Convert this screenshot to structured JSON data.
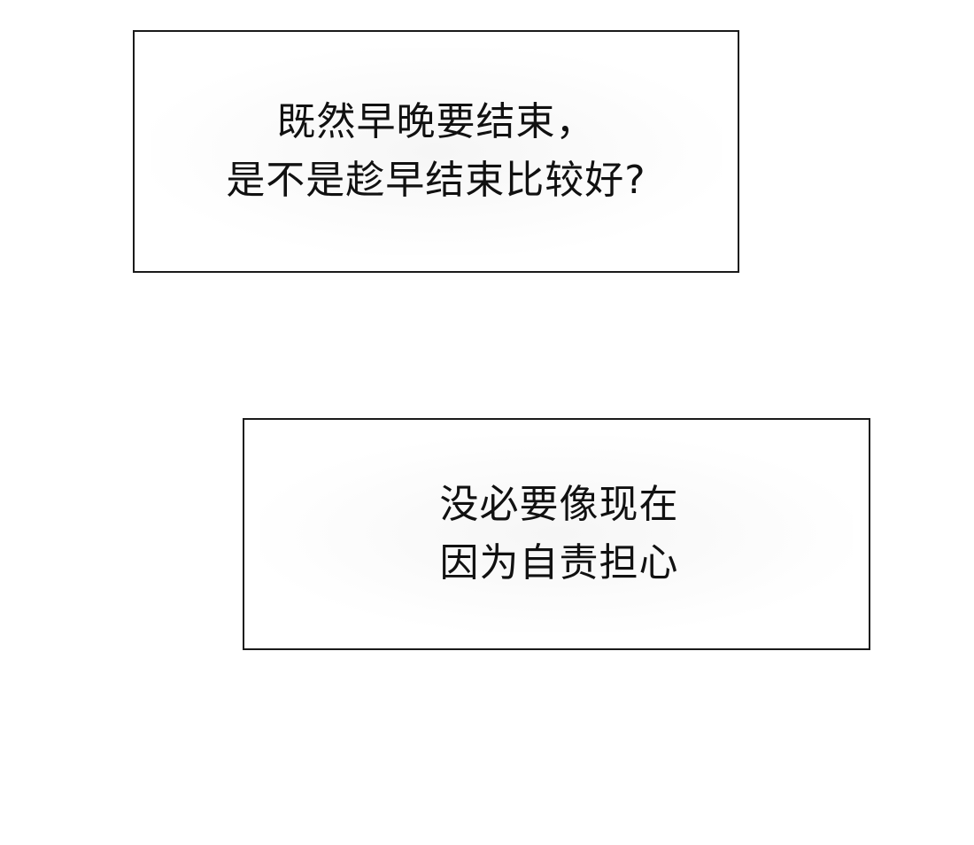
{
  "panels": [
    {
      "lines": [
        "既然早晚要结束，",
        "是不是趁早结束比较好?"
      ]
    },
    {
      "lines": [
        "没必要像现在",
        "因为自责担心"
      ]
    }
  ],
  "colors": {
    "background": "#ffffff",
    "border": "#1a1a1a",
    "text": "#111111"
  }
}
